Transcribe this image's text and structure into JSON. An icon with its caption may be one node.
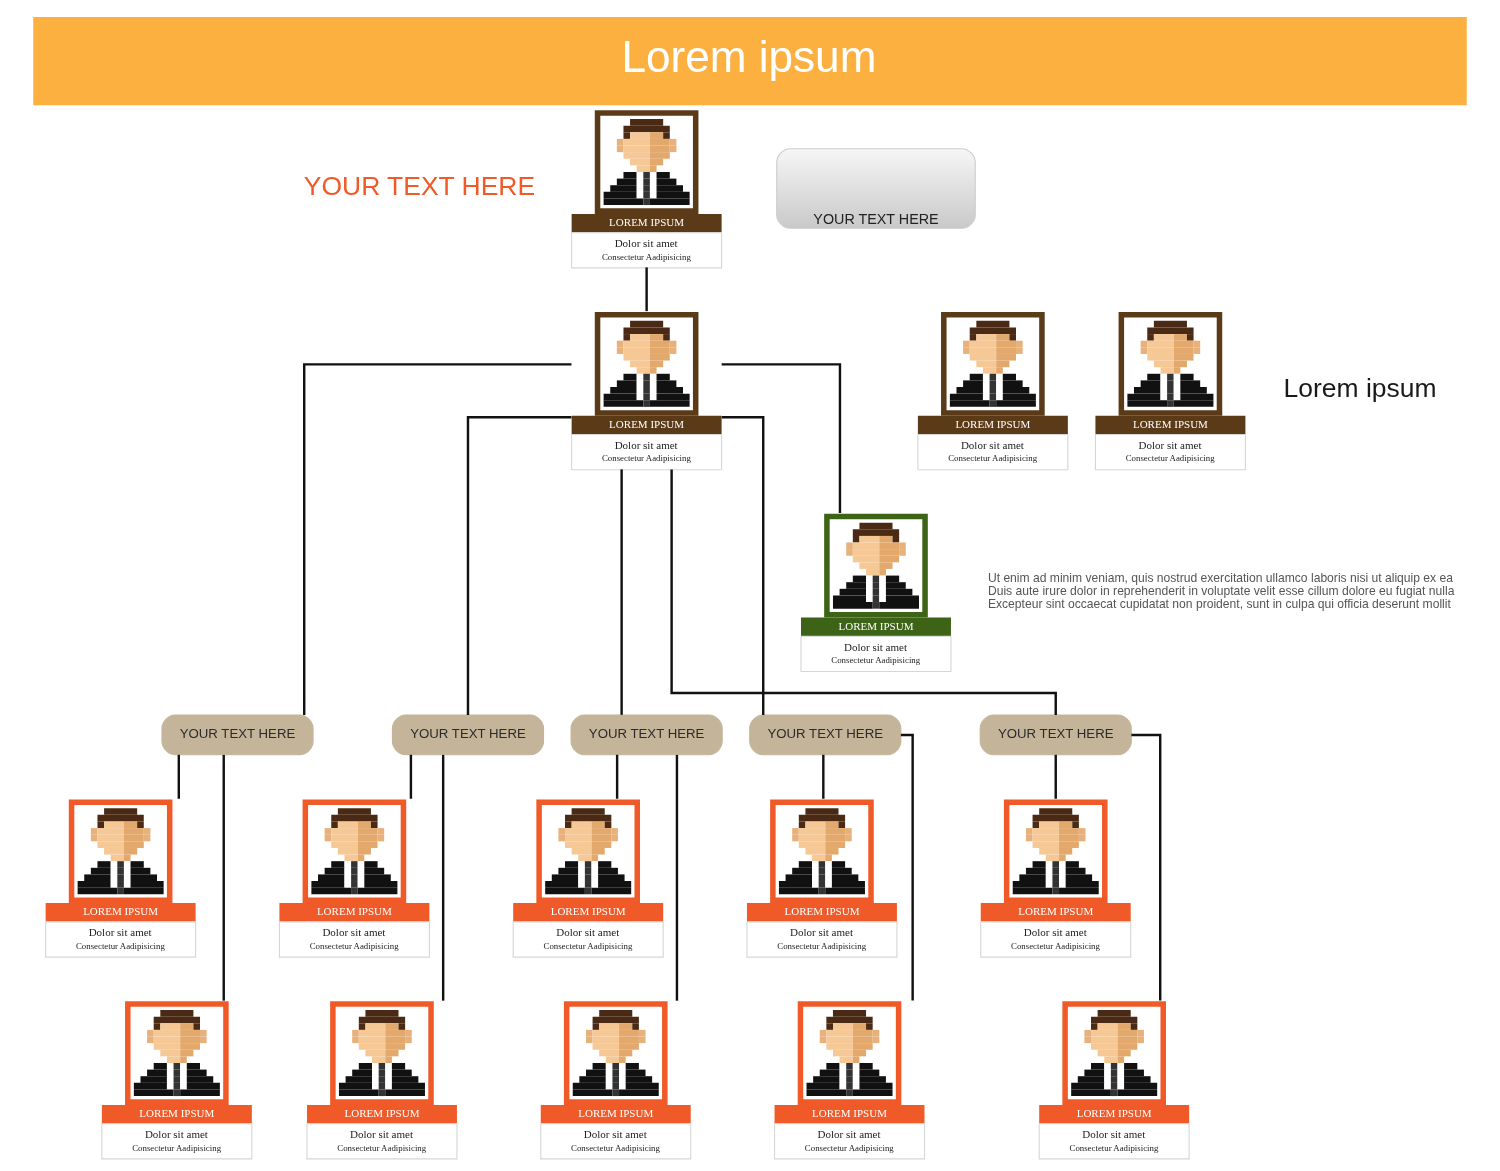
{
  "diagram": {
    "title": "Lorem ipsum",
    "nodes": [
      {
        "text": [
          "LOREM IPSUM",
          "Dolor sit amet",
          "Consectetur Aadipisicing"
        ]
      },
      {
        "text": [
          "YOUR TEXT HERE"
        ]
      },
      {
        "text": [
          "LOREM IPSUM",
          "Dolor sit amet",
          "Consectetur Aadipisicing"
        ]
      },
      {
        "text": [
          "LOREM IPSUM",
          "Dolor sit amet",
          "Consectetur Aadipisicing"
        ]
      },
      {
        "text": [
          "LOREM IPSUM",
          "Dolor sit amet",
          "Consectetur Aadipisicing"
        ]
      },
      {
        "text": [
          "LOREM IPSUM",
          "Dolor sit amet",
          "Consectetur Aadipisicing"
        ]
      },
      {
        "text": [
          "YOUR TEXT HERE"
        ]
      },
      {
        "text": [
          "YOUR TEXT HERE"
        ]
      },
      {
        "text": [
          "YOUR TEXT HERE"
        ]
      },
      {
        "text": [
          "YOUR TEXT HERE"
        ]
      },
      {
        "text": [
          "YOUR TEXT HERE"
        ]
      },
      {
        "text": [
          "LOREM IPSUM",
          "Dolor sit amet",
          "Consectetur Aadipisicing"
        ]
      },
      {
        "text": [
          "LOREM IPSUM",
          "Dolor sit amet",
          "Consectetur Aadipisicing"
        ]
      },
      {
        "text": [
          "LOREM IPSUM",
          "Dolor sit amet",
          "Consectetur Aadipisicing"
        ]
      },
      {
        "text": [
          "LOREM IPSUM",
          "Dolor sit amet",
          "Consectetur Aadipisicing"
        ]
      },
      {
        "text": [
          "LOREM IPSUM",
          "Dolor sit amet",
          "Consectetur Aadipisicing"
        ]
      },
      {
        "text": [
          "LOREM IPSUM",
          "Dolor sit amet",
          "Consectetur Aadipisicing"
        ]
      },
      {
        "text": [
          "LOREM IPSUM",
          "Dolor sit amet",
          "Consectetur Aadipisicing"
        ]
      },
      {
        "text": [
          "LOREM IPSUM",
          "Dolor sit amet",
          "Consectetur Aadipisicing"
        ]
      },
      {
        "text": [
          "LOREM IPSUM",
          "Dolor sit amet",
          "Consectetur Aadipisicing"
        ]
      },
      {
        "text": [
          "LOREM IPSUM",
          "Dolor sit amet",
          "Consectetur Aadipisicing"
        ]
      }
    ],
    "edges": [
      {
        "from": 0,
        "to": 4,
        "arrow": "none"
      },
      {
        "from": 4,
        "to": 5,
        "arrow": "none"
      },
      {
        "from": 4,
        "to": 6,
        "arrow": "none"
      },
      {
        "from": 4,
        "to": 7,
        "arrow": "none"
      },
      {
        "from": 4,
        "to": 8,
        "arrow": "none"
      },
      {
        "from": 4,
        "to": 9,
        "arrow": "none"
      },
      {
        "from": 4,
        "to": 10,
        "arrow": "none"
      },
      {
        "from": 6,
        "to": 11,
        "arrow": "none"
      },
      {
        "from": 6,
        "to": 16,
        "arrow": "none"
      },
      {
        "from": 7,
        "to": 12,
        "arrow": "none"
      },
      {
        "from": 7,
        "to": 17,
        "arrow": "none"
      },
      {
        "from": 8,
        "to": 13,
        "arrow": "none"
      },
      {
        "from": 8,
        "to": 18,
        "arrow": "none"
      },
      {
        "from": 9,
        "to": 14,
        "arrow": "none"
      },
      {
        "from": 9,
        "to": 19,
        "arrow": "none"
      },
      {
        "from": 10,
        "to": 15,
        "arrow": "none"
      },
      {
        "from": 10,
        "to": 20,
        "arrow": "none"
      }
    ],
    "labels": [
      "YOUR TEXT HERE",
      "Lorem ipsum",
      "Ut enim ad minim veniam, quis nostrud exercitation ullamco laboris nisi ut aliquip ex ea Duis aute irure dolor in reprehenderit in voluptate velit esse cillum dolore eu fugiat nulla Excepteur sint occaecat cupidatat non proident, sunt in culpa qui officia deserunt mollit"
    ]
  }
}
